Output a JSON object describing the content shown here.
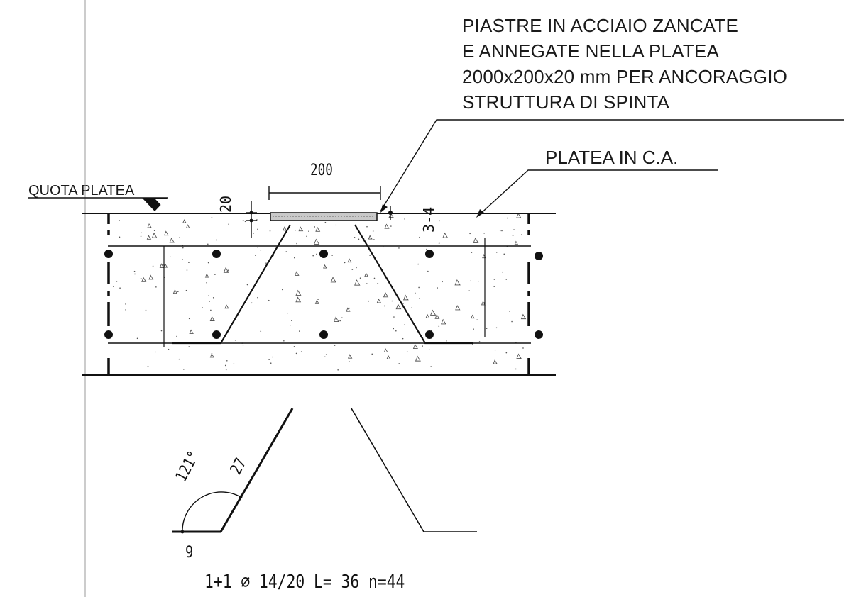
{
  "annotations": {
    "plate_note": [
      "PIASTRE IN ACCIAIO ZANCATE",
      "E ANNEGATE NELLA PLATEA",
      "2000x200x20 mm PER ANCORAGGIO",
      "STRUTTURA DI SPINTA"
    ],
    "slab_label": "PLATEA IN C.A.",
    "level_label": "QUOTA PLATEA"
  },
  "dimensions": {
    "plate_width": "200",
    "plate_thickness": "20",
    "plate_recess": "3-4",
    "bend_angle": "121°",
    "bar_leg": "27",
    "bar_foot": "9"
  },
  "rebar_schedule": "1+1 ⌀ 14/20 L= 36 n=44",
  "colors": {
    "line": "#111111",
    "plate_fill": "#c9c9c9",
    "concrete_speckle": "#555555"
  }
}
